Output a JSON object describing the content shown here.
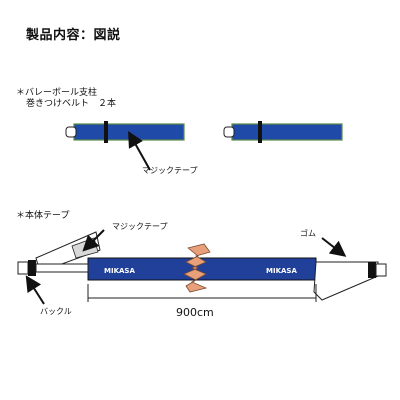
{
  "title": "製品内容：図説",
  "section_pole_belt": {
    "line1": "＊バレーボール支柱",
    "line2": "巻きつけベルト　２本",
    "tape_label": "マジックテープ"
  },
  "section_main_tape": {
    "heading": "＊本体テープ",
    "velcro_label": "マジックテープ",
    "rubber_label": "ゴム",
    "buckle_label": "バックル",
    "logo_left": "MIKASA",
    "logo_right": "MIKASA",
    "length_label": "900cm"
  },
  "colors": {
    "strap_blue": "#1f4aa8",
    "strap_green_edge": "#5a8a4a",
    "tape_blue": "#21409a",
    "accent_orange": "#e8a07a",
    "outline": "#222222"
  }
}
